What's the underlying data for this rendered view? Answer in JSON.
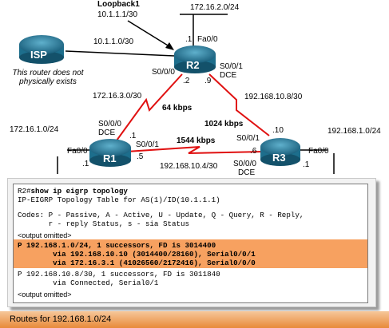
{
  "diagram": {
    "loopback_title": "Loopback1",
    "loopback_addr": "10.1.1.1/30",
    "top_net": "172.16.2.0/24",
    "isp_label": "ISP",
    "isp_link": "10.1.1.0/30",
    "isp_note": "This router does not physically exists",
    "r2": {
      "label": "R2",
      "fa": "Fa0/0",
      "fa_host": ".1",
      "s000": "S0/0/0",
      "s000_host": ".2",
      "s001": "S0/0/1",
      "s001_dce": "DCE",
      "s001_host": ".9"
    },
    "r1": {
      "label": "R1",
      "lan": "172.16.1.0/24",
      "fa": "Fa0/0",
      "fa_host": ".1",
      "s000": "S0/0/0",
      "s000_dce": "DCE",
      "s000_host": ".1",
      "s001": "S0/0/1",
      "s001_host": ".5"
    },
    "r3": {
      "label": "R3",
      "lan": "192.168.1.0/24",
      "fa": "Fa0/0",
      "fa_host": ".1",
      "s001": "S0/0/1",
      "s001_host": ".10",
      "s000": "S0/0/0",
      "s000_dce": "DCE",
      "s000_host": ".6"
    },
    "link_r1_r2": {
      "net": "172.16.3.0/30",
      "bw": "64 kbps"
    },
    "link_r2_r3": {
      "net": "192.168.10.8/30",
      "bw": "1024 kbps"
    },
    "link_r1_r3": {
      "net": "192.168.10.4/30",
      "bw": "1544 kbps"
    }
  },
  "terminal": {
    "prompt": "R2#",
    "command": "show ip eigrp topology",
    "line1": "IP-EIGRP Topology Table for AS(1)/ID(10.1.1.1)",
    "codes1": "Codes: P - Passive, A - Active, U - Update, Q - Query, R - Reply,",
    "codes2": "       r - reply Status, s - sia Status",
    "omitted": "<output omitted>",
    "hl1": "P 192.168.1.0/24, 1 successors, FD is 3014400",
    "hl2": "        via 192.168.10.10 (3014400/28160), Serial0/0/1",
    "hl3": "        via 172.16.3.1 (41026560/2172416), Serial0/0/0",
    "p2": "P 192.168.10.8/30, 1 successors, FD is 3011840",
    "p2b": "        via Connected, Serial0/1"
  },
  "footer": {
    "caption": "Routes for 192.168.1.0/24"
  },
  "colors": {
    "router": "#1d6e8c",
    "link": "#e01010",
    "highlight": "#f7a160",
    "footer": "#e88a3a"
  }
}
